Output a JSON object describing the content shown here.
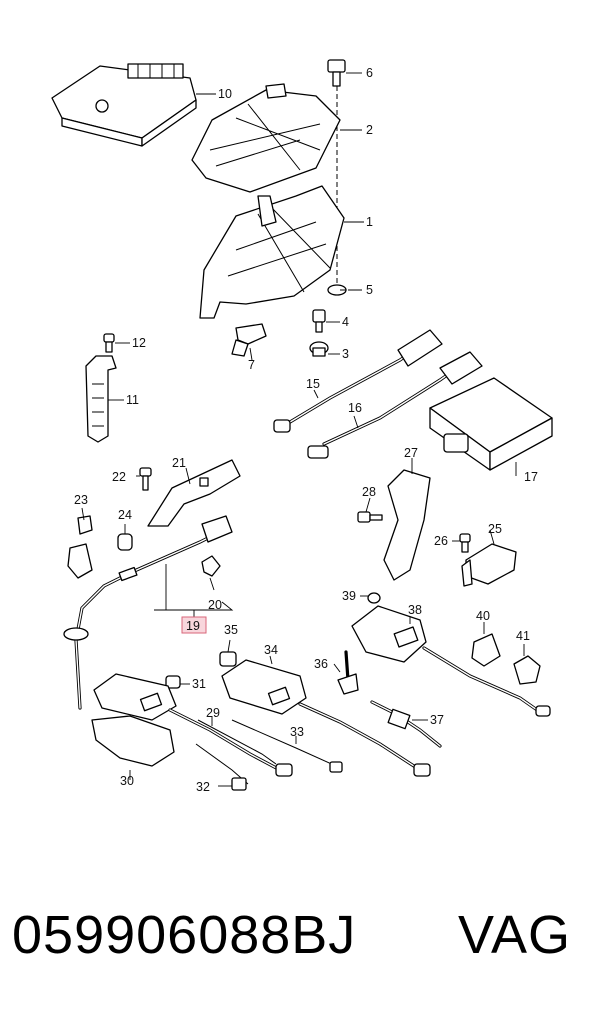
{
  "diagram": {
    "callouts": {
      "c1": "1",
      "c2": "2",
      "c3": "3",
      "c4": "4",
      "c5": "5",
      "c6": "6",
      "c7": "7",
      "c10": "10",
      "c11": "11",
      "c12": "12",
      "c15": "15",
      "c16": "16",
      "c17": "17",
      "c19": "19",
      "c20": "20",
      "c21": "21",
      "c22": "22",
      "c23": "23",
      "c24": "24",
      "c25": "25",
      "c26": "26",
      "c27": "27",
      "c28": "28",
      "c29": "29",
      "c30": "30",
      "c31": "31",
      "c32": "32",
      "c33": "33",
      "c34": "34",
      "c35": "35",
      "c36": "36",
      "c37": "37",
      "c38": "38",
      "c39": "39",
      "c40": "40",
      "c41": "41"
    },
    "highlight_color": "#f8d6dc"
  },
  "footer": {
    "part_number": "059906088BJ",
    "brand": "VAG"
  }
}
